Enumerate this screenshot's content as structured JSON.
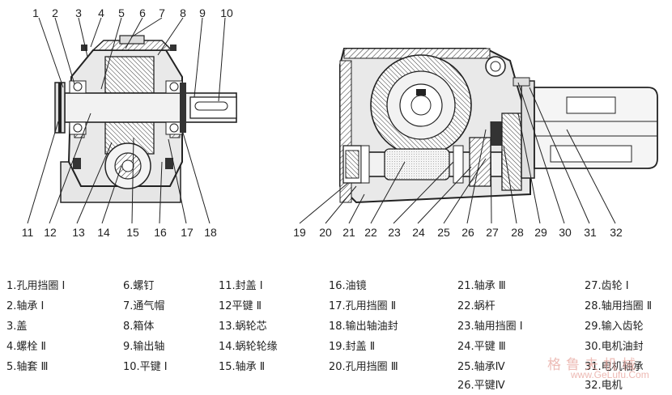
{
  "callouts_left": [
    "1",
    "2",
    "3",
    "4",
    "5",
    "6",
    "7",
    "8",
    "9",
    "10",
    "11",
    "12",
    "13",
    "14",
    "15",
    "16",
    "17",
    "18"
  ],
  "callouts_right": [
    "19",
    "20",
    "21",
    "22",
    "23",
    "24",
    "25",
    "26",
    "27",
    "28",
    "29",
    "30",
    "31",
    "32"
  ],
  "legend": {
    "col1": [
      "1.孔用挡圈 Ⅰ",
      "2.轴承 Ⅰ",
      "3.盖",
      "4.螺栓 Ⅱ",
      "5.轴套 Ⅲ"
    ],
    "col2": [
      "6.螺钉",
      "7.通气帽",
      "8.箱体",
      "9.输出轴",
      "10.平键 Ⅰ"
    ],
    "col3": [
      "11.封盖 Ⅰ",
      "12平键 Ⅱ",
      "13.蜗轮芯",
      "14.蜗轮轮缘",
      "15.轴承 Ⅱ"
    ],
    "col4": [
      "16.油镜",
      "17.孔用挡圈 Ⅱ",
      "18.输出轴油封",
      "19.封盖 Ⅱ",
      "20.孔用挡圈 Ⅲ"
    ],
    "col5": [
      "21.轴承 Ⅲ",
      "22.蜗杆",
      "23.轴用挡圈 Ⅰ",
      "24.平键 Ⅲ",
      "25.轴承Ⅳ",
      "26.平键Ⅳ"
    ],
    "col6": [
      "27.齿轮 Ⅰ",
      "28.轴用挡圈 Ⅱ",
      "29.输入齿轮",
      "30.电机油封",
      "31.电机轴承",
      "32.电机"
    ]
  },
  "watermark": {
    "text": "格鲁夫机械",
    "url": "www.GeLufu.Com"
  }
}
